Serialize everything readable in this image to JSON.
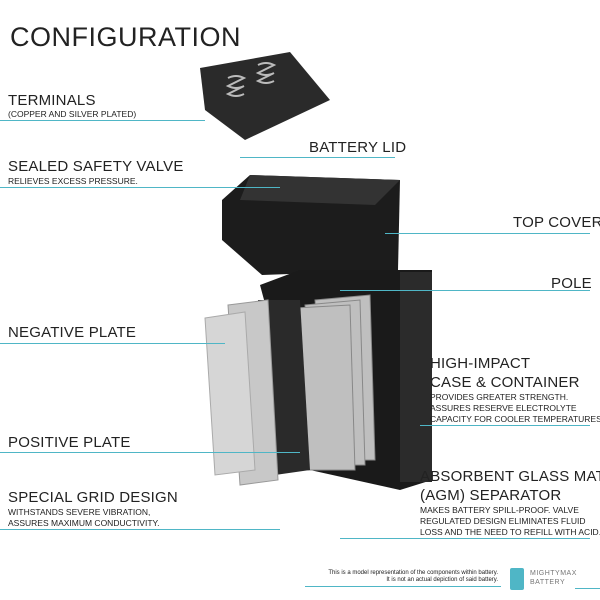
{
  "title": "CONFIGURATION",
  "labels": {
    "terminals": {
      "title": "TERMINALS",
      "sub": "(COPPER AND SILVER PLATED)"
    },
    "valve": {
      "title": "SEALED SAFETY VALVE",
      "sub": "RELIEVES EXCESS PRESSURE."
    },
    "lid": {
      "title": "BATTERY LID"
    },
    "top_cover": {
      "title": "TOP COVER"
    },
    "pole": {
      "title": "POLE"
    },
    "negative": {
      "title": "NEGATIVE PLATE"
    },
    "case": {
      "title1": "HIGH-IMPACT",
      "title2": "CASE & CONTAINER",
      "sub1": "PROVIDES GREATER STRENGTH.",
      "sub2": "ASSURES RESERVE ELECTROLYTE",
      "sub3": "CAPACITY FOR COOLER TEMPERATURES."
    },
    "positive": {
      "title": "POSITIVE PLATE"
    },
    "grid": {
      "title": "SPECIAL GRID DESIGN",
      "sub1": "WITHSTANDS SEVERE VIBRATION,",
      "sub2": "ASSURES MAXIMUM CONDUCTIVITY."
    },
    "agm": {
      "title1": "ABSORBENT GLASS MAT",
      "title2": "(AGM) SEPARATOR",
      "sub1": "MAKES BATTERY SPILL-PROOF. VALVE",
      "sub2": "REGULATED DESIGN ELIMINATES FLUID",
      "sub3": "LOSS AND THE NEED TO REFILL WITH ACID."
    }
  },
  "footer": {
    "line1": "This is a model representation of the components within battery.",
    "line2": "It is not an actual depiction of said battery.",
    "logo_top": "MIGHTYMAX",
    "logo_bottom": "BATTERY"
  },
  "colors": {
    "accent": "#4fb6c6"
  }
}
